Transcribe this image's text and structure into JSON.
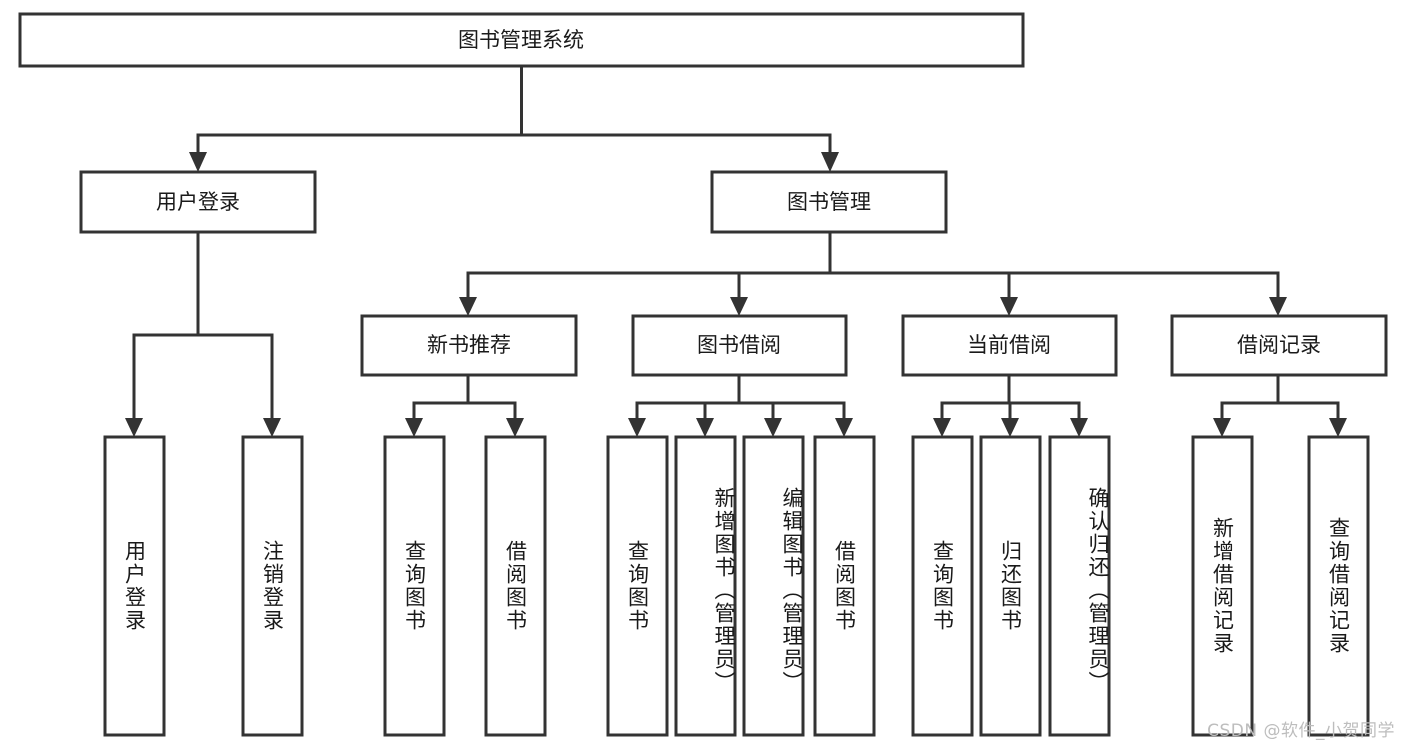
{
  "diagram": {
    "title": "图书管理系统",
    "watermark": "CSDN @软件_小贺同学",
    "colors": {
      "stroke": "#333333",
      "fill": "#ffffff",
      "text": "#1a1a1a",
      "watermark": "#bdbdbd"
    },
    "root": {
      "label": "图书管理系统"
    },
    "level1": [
      {
        "label": "用户登录"
      },
      {
        "label": "图书管理"
      }
    ],
    "level2": [
      {
        "label": "新书推荐"
      },
      {
        "label": "图书借阅"
      },
      {
        "label": "当前借阅"
      },
      {
        "label": "借阅记录"
      }
    ],
    "leaves": {
      "user_login": [
        {
          "label": "用户登录"
        },
        {
          "label": "注销登录"
        }
      ],
      "new_book": [
        {
          "label": "查询图书"
        },
        {
          "label": "借阅图书"
        }
      ],
      "book_borrow": [
        {
          "label": "查询图书"
        },
        {
          "label": "新增图书（管理员）"
        },
        {
          "label": "编辑图书（管理员）"
        },
        {
          "label": "借阅图书"
        }
      ],
      "current_borrow": [
        {
          "label": "查询图书"
        },
        {
          "label": "归还图书"
        },
        {
          "label": "确认归还（管理员）"
        }
      ],
      "borrow_record": [
        {
          "label": "新增借阅记录"
        },
        {
          "label": "查询借阅记录"
        }
      ]
    }
  }
}
